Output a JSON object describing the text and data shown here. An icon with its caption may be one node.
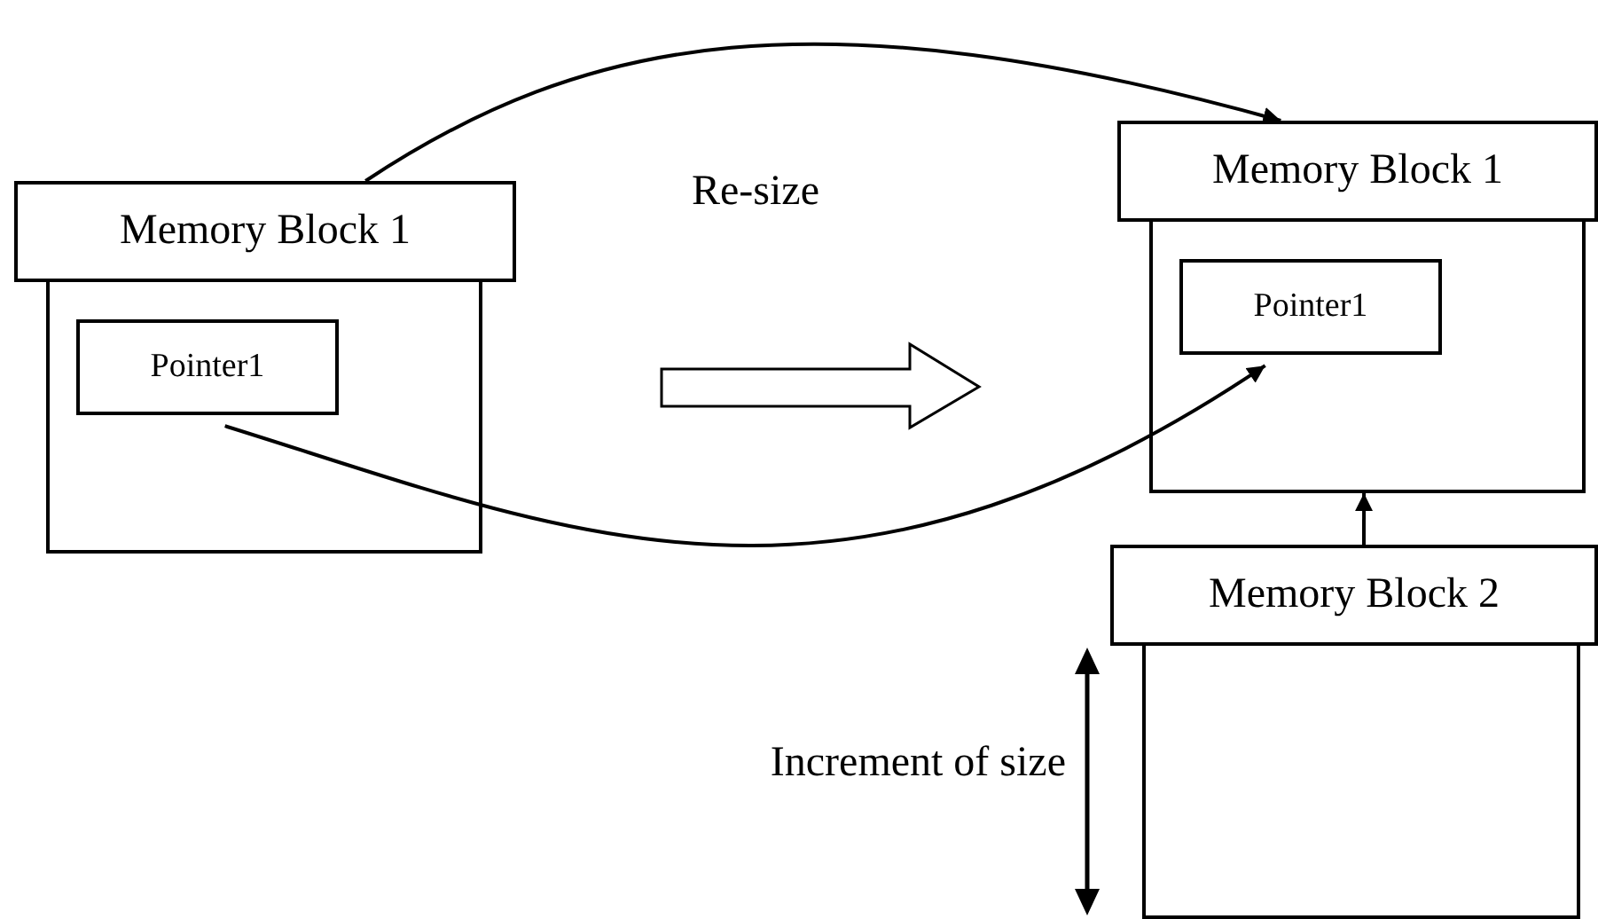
{
  "diagram": {
    "nodes": [
      {
        "text": [
          "Memory Block 1"
        ]
      },
      {
        "text": [],
        "shape": "box"
      },
      {
        "text": [
          "Pointer1"
        ],
        "in": 1
      },
      {
        "text": [
          "Memory Block 1"
        ]
      },
      {
        "text": [],
        "shape": "box"
      },
      {
        "text": [
          "Pointer1"
        ],
        "in": 4
      },
      {
        "text": [
          "Memory Block 2"
        ]
      },
      {
        "text": [],
        "shape": "box"
      }
    ],
    "edges": [
      {
        "from": 0,
        "to": 3,
        "arrow": "to"
      },
      {
        "from": 2,
        "to": 5,
        "arrow": "to"
      },
      {
        "from": 6,
        "to": 4,
        "arrow": "to"
      }
    ],
    "labels": [
      "Re-size",
      "Increment of size"
    ]
  }
}
